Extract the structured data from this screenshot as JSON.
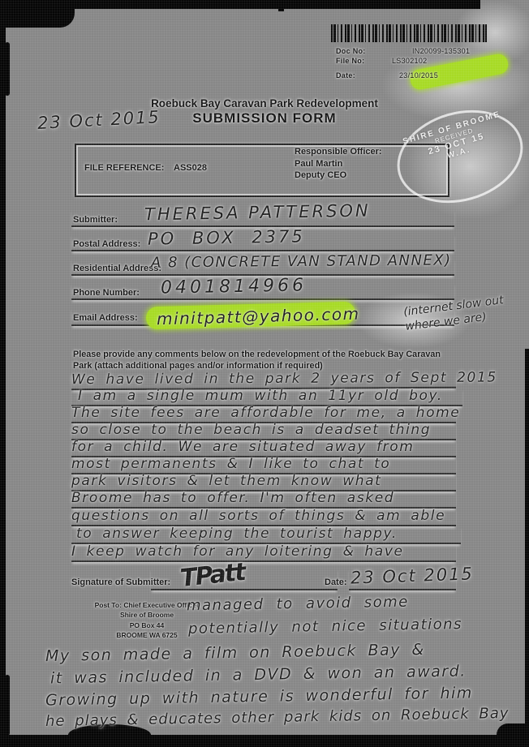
{
  "registration": {
    "doc_no_label": "Doc No:",
    "doc_no_value": "IN20099-135301",
    "file_no_label": "File No:",
    "file_no_value": "LS302102",
    "date_label": "Date:",
    "date_value": "23/10/2015"
  },
  "header": {
    "title_line1": "Roebuck Bay Caravan Park Redevelopment",
    "title_line2": "SUBMISSION FORM",
    "handwritten_received_date": "23 Oct 2015"
  },
  "reference_box": {
    "file_reference_label": "FILE REFERENCE:",
    "file_reference_value": "ASS028",
    "responsible_officer_label": "Responsible Officer:",
    "officer_name": "Paul Martin",
    "officer_title": "Deputy CEO"
  },
  "stamp": {
    "arc_top": "SHIRE OF BROOME",
    "received": "RECEIVED",
    "date": "23 OCT 15",
    "arc_bottom": "W.A."
  },
  "fields": [
    {
      "label": "Submitter:",
      "value": "THERESA  PATTERSON"
    },
    {
      "label": "Postal Address:",
      "value": "PO  BOX  2375"
    },
    {
      "label": "Residential Address:",
      "value": "A 8   (CONCRETE VAN STAND ANNEX)"
    },
    {
      "label": "Phone Number:",
      "value": "0401814966"
    },
    {
      "label": "Email Address:",
      "value": "minitpatt@yahoo.com",
      "annotation": "(internet slow out where we are)"
    }
  ],
  "comments": {
    "instructions": "Please provide any comments below on the redevelopment of the Roebuck Bay Caravan Park (attach additional pages and/or information if required)",
    "lines": [
      "We have lived in the park 2 years of Sept 2015",
      "I am a single mum with an 11yr old boy.",
      "The site fees are affordable for me, a home",
      "so close to the beach is a deadset thing",
      "for a child. We are situated away from",
      "most permanents & I like to chat to",
      "park visitors & let them know what",
      "Broome has to offer. I'm often asked",
      "questions on all sorts of things & am able",
      "to answer keeping the tourist happy.",
      "I keep watch for any loitering & have"
    ]
  },
  "signature": {
    "label": "Signature of Submitter:",
    "signature_text": "TPatt",
    "date_label": "Date:",
    "date_value": "23 Oct 2015"
  },
  "postal_block": {
    "line1": "Post To: Chief Executive Officer",
    "line2": "Shire of Broome",
    "line3": "PO Box 44",
    "line4": "BROOME WA 6725"
  },
  "handwritten_continuation": {
    "line1": "managed to avoid some",
    "line2": "potentially not nice situations"
  },
  "handwritten_footer": {
    "line1": "My son made a film on Roebuck Bay &",
    "line2": "it was included in a DVD & won an award.",
    "line3": "Growing up with nature is wonderful for him",
    "line4": "he plays & educates other park kids on Roebuck Bay"
  }
}
